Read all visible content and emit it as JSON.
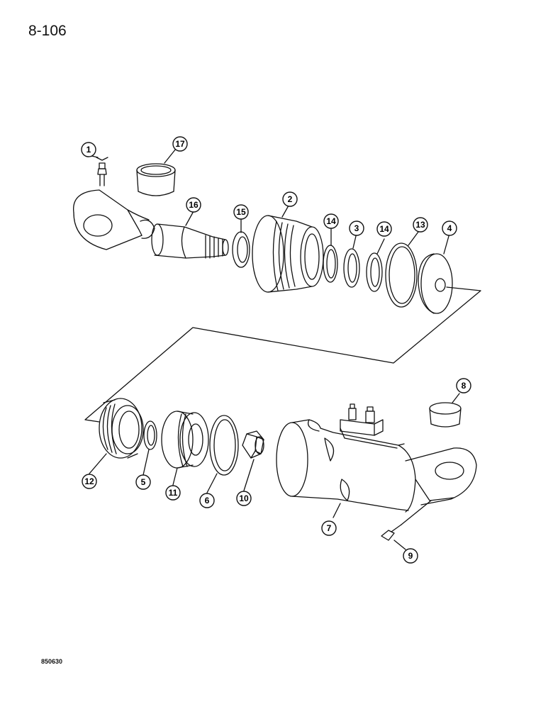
{
  "page_number": "8-106",
  "figure_code": "850630",
  "callouts": [
    "1",
    "17",
    "16",
    "15",
    "2",
    "14",
    "3",
    "14",
    "13",
    "4",
    "8",
    "12",
    "5",
    "11",
    "6",
    "10",
    "7",
    "9"
  ]
}
